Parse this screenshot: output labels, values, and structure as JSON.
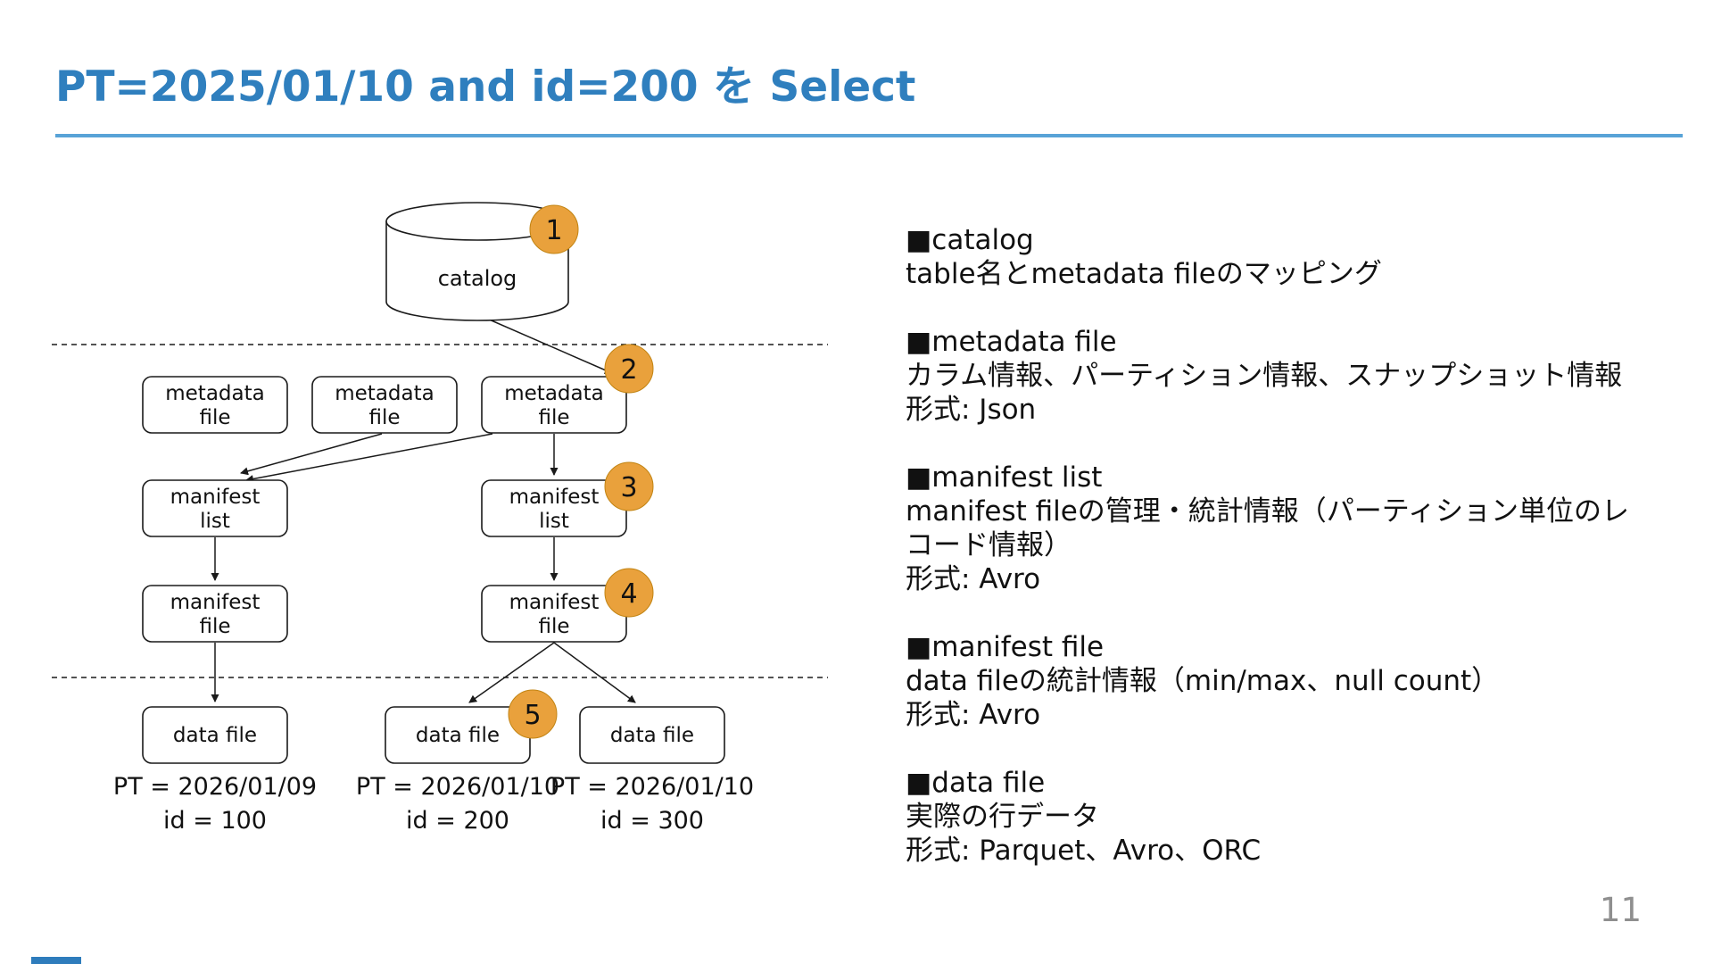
{
  "slide": {
    "title": "PT=2025/01/10 and id=200 を Select",
    "page_number": "11"
  },
  "colors": {
    "title_blue": "#2f7fbe",
    "rule_blue": "#58a3d7",
    "badge_orange": "#e9a13c",
    "page_number_gray": "#8f8f8f"
  },
  "diagram": {
    "catalog_label": "catalog",
    "box_labels": {
      "metadata_line1": "metadata",
      "metadata_line2": "file",
      "manifest_list_line1": "manifest",
      "manifest_list_line2": "list",
      "manifest_file_line1": "manifest",
      "manifest_file_line2": "file",
      "data_file": "data file"
    },
    "badges": [
      "1",
      "2",
      "3",
      "4",
      "5"
    ],
    "partition_labels": [
      {
        "pt": "PT = 2026/01/09",
        "id": "id = 100"
      },
      {
        "pt": "PT = 2026/01/10",
        "id": "id = 200"
      },
      {
        "pt": "PT = 2026/01/10",
        "id": "id = 300"
      }
    ]
  },
  "notes": [
    {
      "heading": "■catalog",
      "lines": [
        "table名とmetadata fileのマッピング"
      ]
    },
    {
      "heading": "■metadata file",
      "lines": [
        "カラム情報、パーティション情報、スナップショット情報",
        "形式: Json"
      ]
    },
    {
      "heading": "■manifest list",
      "lines": [
        "manifest fileの管理・統計情報（パーティション単位のレ",
        "コード情報）",
        "形式: Avro"
      ]
    },
    {
      "heading": "■manifest file",
      "lines": [
        "data fileの統計情報（min/max、null count）",
        "形式: Avro"
      ]
    },
    {
      "heading": "■data file",
      "lines": [
        "実際の行データ",
        "形式: Parquet、Avro、ORC"
      ]
    }
  ]
}
